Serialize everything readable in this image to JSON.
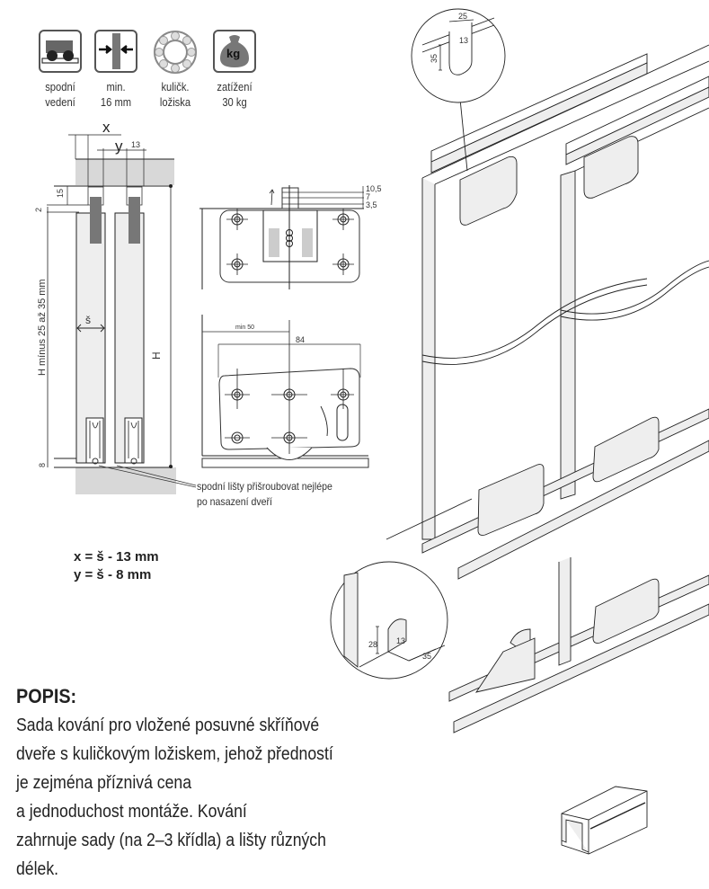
{
  "features": [
    {
      "icon": "bottom-guide-icon",
      "line1": "spodní",
      "line2": "vedení"
    },
    {
      "icon": "min-thickness-icon",
      "line1": "min.",
      "line2": "16 mm"
    },
    {
      "icon": "ball-bearing-icon",
      "line1": "kuličk.",
      "line2": "ložiska"
    },
    {
      "icon": "weight-icon",
      "line1": "zatížení",
      "line2": "30 kg",
      "badge": "kg"
    }
  ],
  "section_view": {
    "label_x": "x",
    "label_y": "y",
    "dim_13": "13",
    "dim_15": "15",
    "dim_2": "2",
    "dim_8": "8",
    "label_s": "š",
    "label_h": "H",
    "label_h_minus": "H mínus 25 až 35 mm"
  },
  "top_hanger_view": {
    "dim_10_5": "10,5",
    "dim_7": "7",
    "dim_3_5": "3,5"
  },
  "bottom_roller_view": {
    "dim_min50": "min 50",
    "dim_84": "84"
  },
  "note": {
    "line1": "spodní lišty přišroubovat nejlépe",
    "line2": "po nasazení dveří"
  },
  "formulas": {
    "x": "x = š - 13 mm",
    "y": "y = š - 8 mm"
  },
  "top_detail": {
    "dim_25": "25",
    "dim_13": "13",
    "dim_35": "35"
  },
  "bottom_detail": {
    "dim_28": "28",
    "dim_13": "13",
    "dim_35": "35"
  },
  "description": {
    "title": "POPIS:",
    "lines": [
      "Sada kování pro vložené posuvné skříňové",
      "dveře s kuličkovým ložiskem, jehož předností",
      "je zejména příznivá cena",
      "a jednoduchost montáže. Kování",
      "zahrnuje sady (na 2–3 křídla) a lišty různých",
      "délek."
    ]
  },
  "colors": {
    "line": "#222222",
    "panel": "#eeeeee",
    "dark": "#666666",
    "ceiling": "#d8d8d8"
  }
}
